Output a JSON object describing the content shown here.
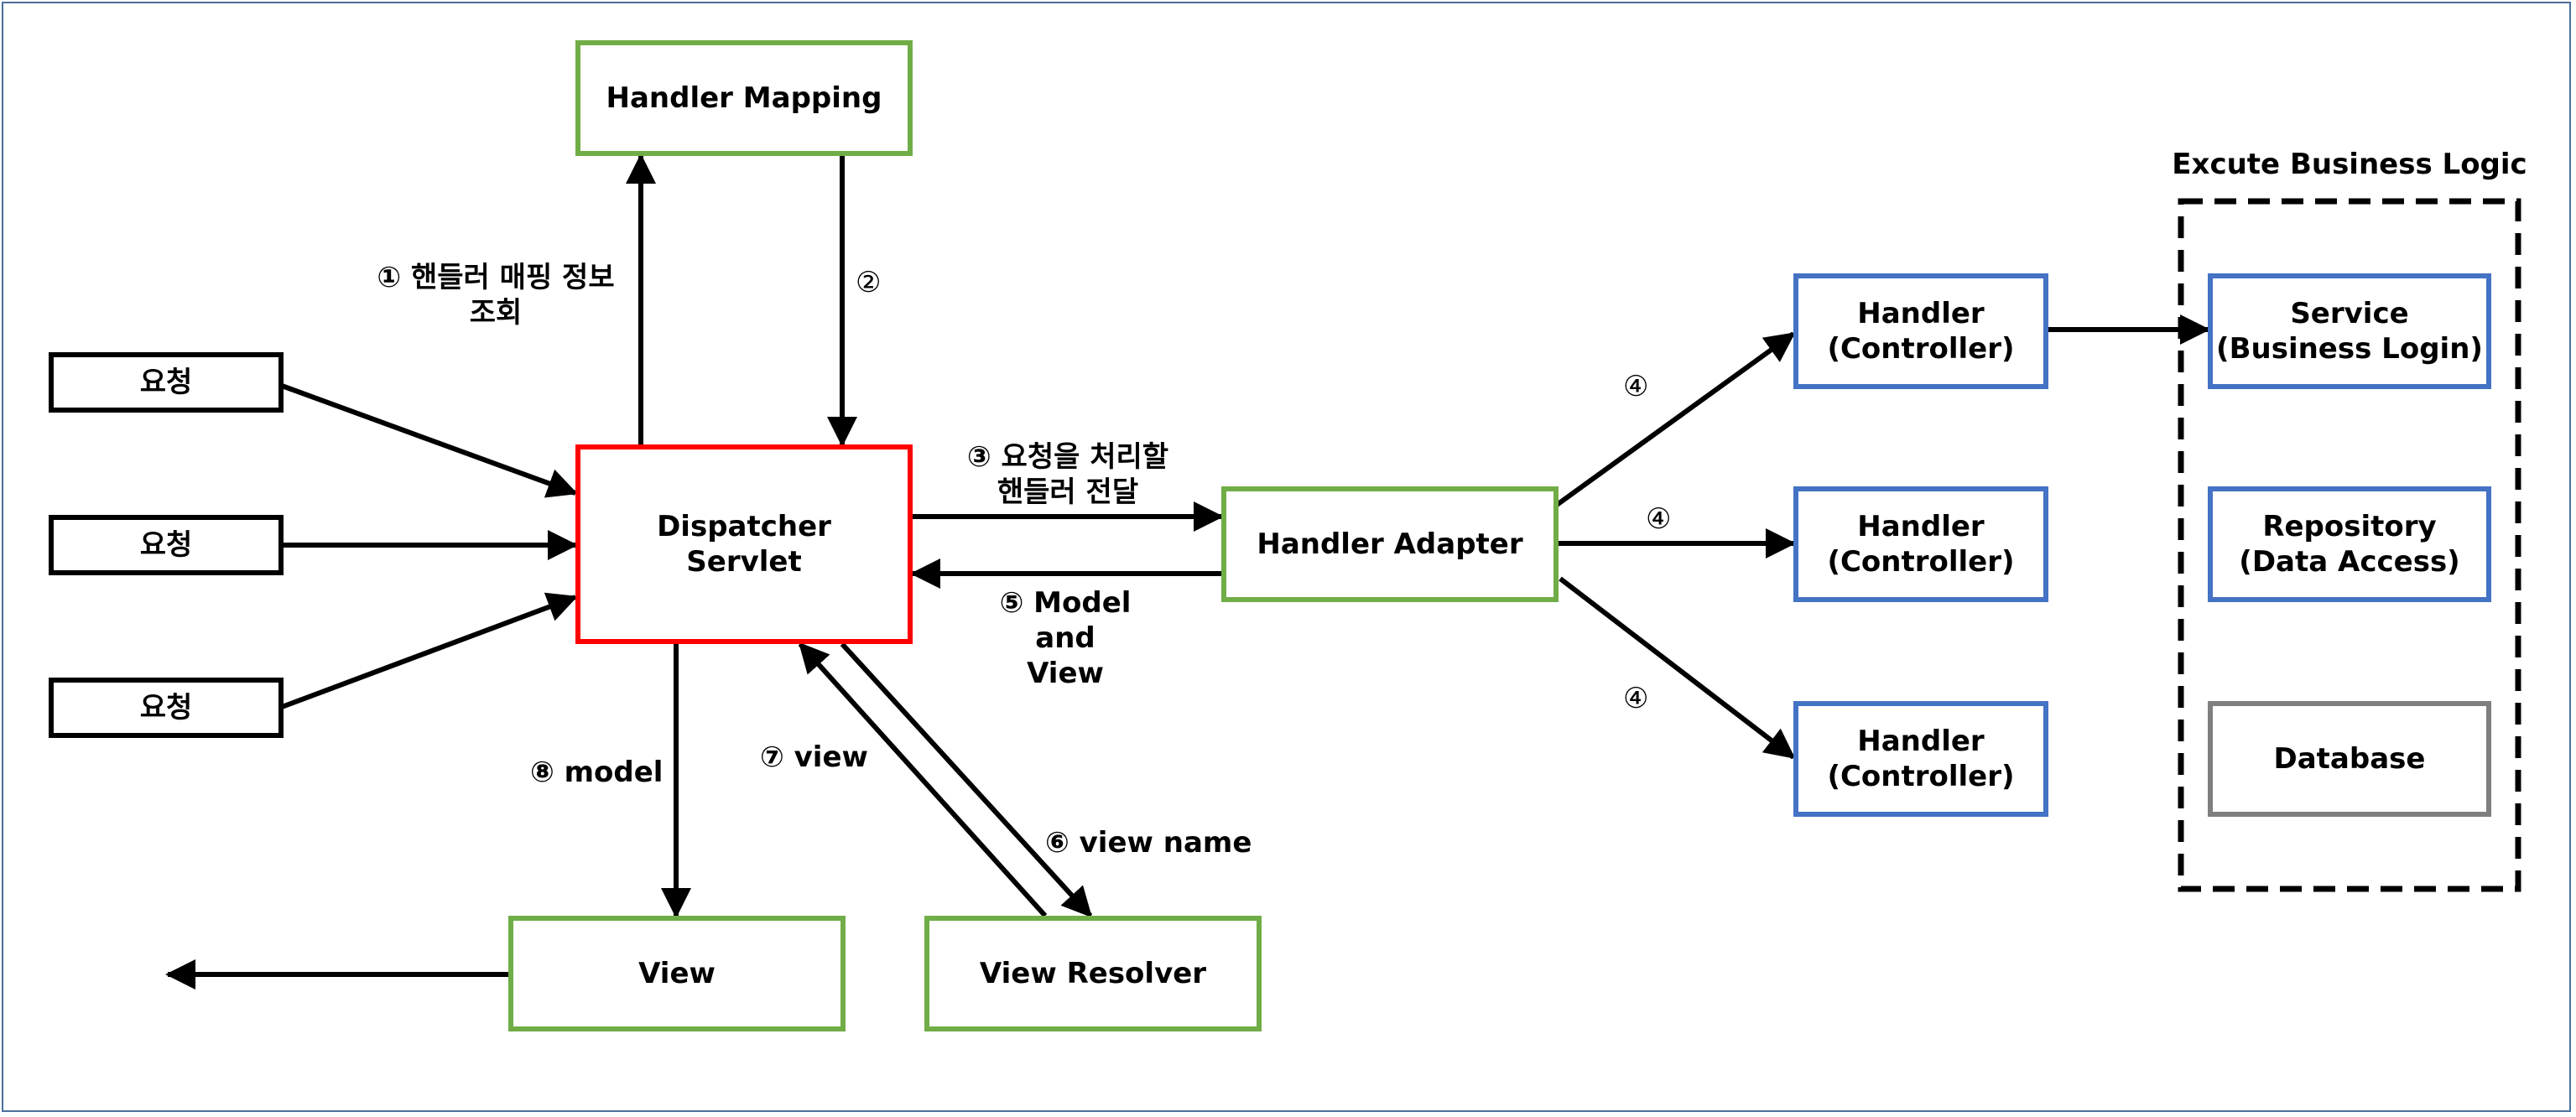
{
  "colors": {
    "request_border": "#000000",
    "mapping_adapter_view_border": "#70ad47",
    "dispatcher_border": "#ff0000",
    "handler_service_border": "#4472c4",
    "database_border": "#7f7f7f",
    "arrow": "#000000",
    "frame": "#4a6f99"
  },
  "requests": [
    "요청",
    "요청",
    "요청"
  ],
  "handler_mapping": "Handler Mapping",
  "dispatcher": "Dispatcher\nServlet",
  "handler_adapter": "Handler Adapter",
  "view": "View",
  "view_resolver": "View Resolver",
  "handlers": [
    "Handler\n(Controller)",
    "Handler\n(Controller)",
    "Handler\n(Controller)"
  ],
  "business": {
    "title": "Excute Business Logic",
    "service": "Service\n(Business Login)",
    "repository": "Repository\n(Data Access)",
    "database": "Database"
  },
  "labels": {
    "step1": "① 핸들러 매핑 정보\n조회",
    "step2": "②",
    "step3": "③ 요청을 처리할\n핸들러 전달",
    "step4_top": "④",
    "step4_mid": "④",
    "step4_bot": "④",
    "step5": "⑤ Model\nand\nView",
    "step6": "⑥ view name",
    "step7": "⑦ view",
    "step8": "⑧ model"
  }
}
